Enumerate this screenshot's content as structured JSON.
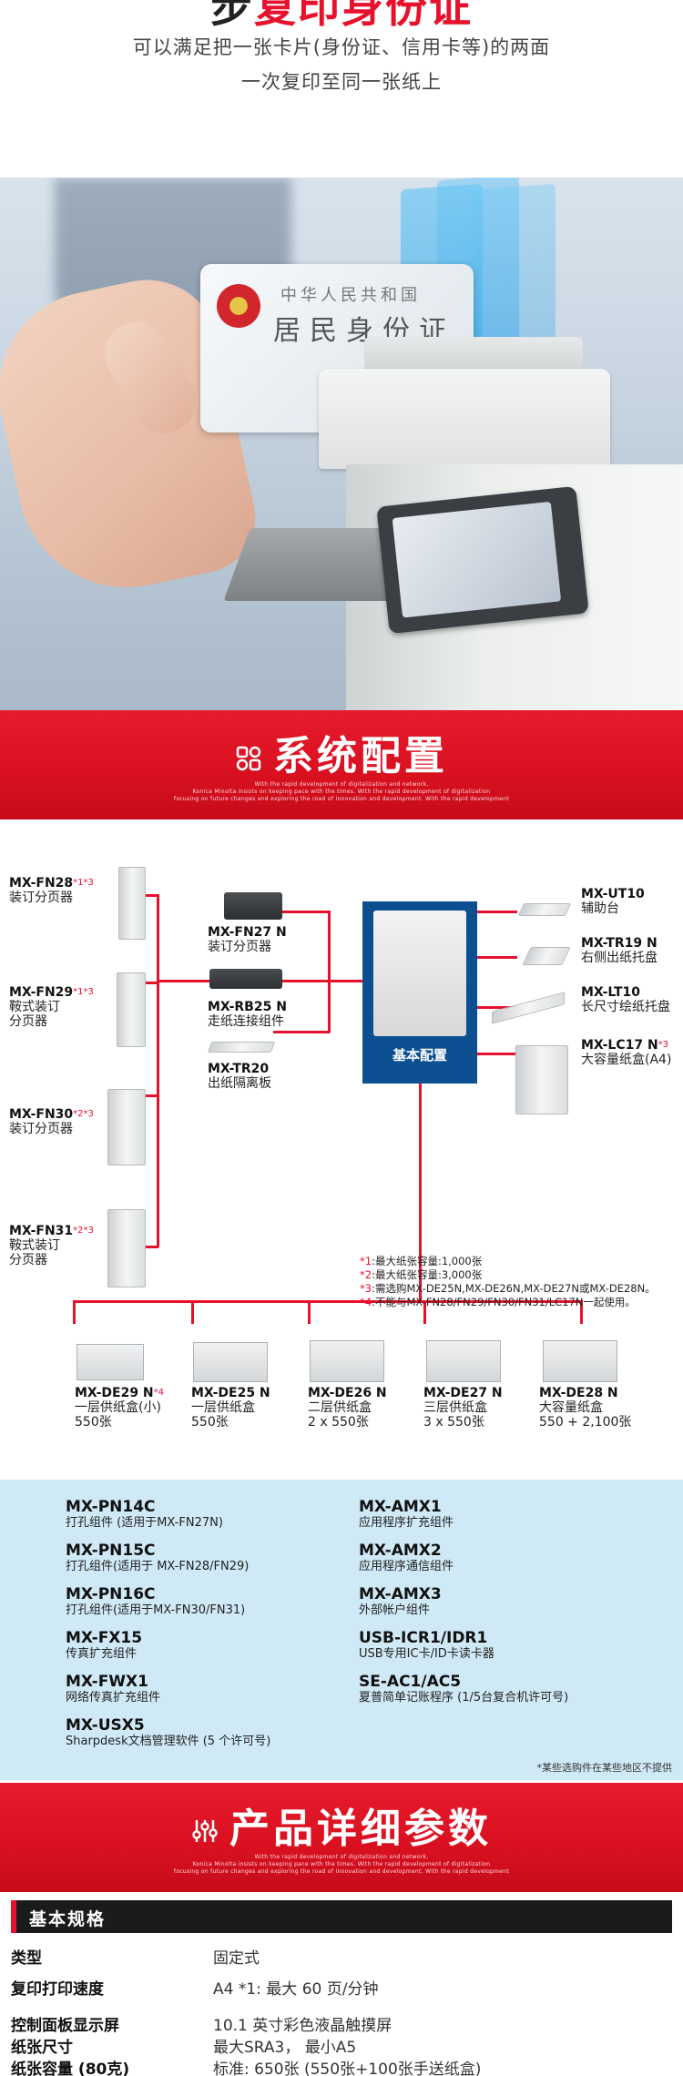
{
  "hero": {
    "title_dark": "步",
    "title_red": "复印身份证",
    "subtitle_line1": "可以满足把一张卡片(身份证、信用卡等)的两面",
    "subtitle_line2": "一次复印至同一张纸上",
    "card_line1": "中华人民共和国",
    "card_line2": "居民身份证"
  },
  "system_band": {
    "title": "系统配置",
    "sub1": "With the rapid development of digitalization and network,",
    "sub2": "Konica Minolta insists on keeping pace with the times. With the rapid development of digitalization",
    "sub3": "focusing on future changes and exploring the road of innovation and development. With the rapid development"
  },
  "config": {
    "left": [
      {
        "code": "MX-FN28",
        "mark": "*1*3",
        "desc": [
          "装订分页器"
        ]
      },
      {
        "code": "MX-FN29",
        "mark": "*1*3",
        "desc": [
          "鞍式装订",
          "分页器"
        ]
      },
      {
        "code": "MX-FN30",
        "mark": "*2*3",
        "desc": [
          "装订分页器"
        ]
      },
      {
        "code": "MX-FN31",
        "mark": "*2*3",
        "desc": [
          "鞍式装订",
          "分页器"
        ]
      }
    ],
    "middle": [
      {
        "code": "MX-FN27 N",
        "desc": "装订分页器"
      },
      {
        "code": "MX-RB25 N",
        "desc": "走纸连接组件"
      },
      {
        "code": "MX-TR20",
        "desc": "出纸隔离板"
      }
    ],
    "base_label": "基本配置",
    "right": [
      {
        "code": "MX-UT10",
        "mark": "",
        "desc": "辅助台"
      },
      {
        "code": "MX-TR19 N",
        "mark": "",
        "desc": "右侧出纸托盘"
      },
      {
        "code": "MX-LT10",
        "mark": "",
        "desc": "长尺寸绘纸托盘"
      },
      {
        "code": "MX-LC17 N",
        "mark": "*3",
        "desc": "大容量纸盒(A4)"
      }
    ],
    "notes": [
      {
        "mark": "*1",
        "text": ":最大纸张容量:1,000张"
      },
      {
        "mark": "*2",
        "text": ":最大纸张容量:3,000张"
      },
      {
        "mark": "*3",
        "text": ":需选购MX-DE25N,MX-DE26N,MX-DE27N或MX-DE28N。"
      },
      {
        "mark": "*4",
        "text": ":不能与MX-FN28/FN29/FN30/FN31/LC17N一起使用。"
      }
    ],
    "bottom": [
      {
        "code": "MX-DE29 N",
        "mark": "*4",
        "desc1": "一层供纸盒(小)",
        "desc2": "550张"
      },
      {
        "code": "MX-DE25 N",
        "mark": "",
        "desc1": "一层供纸盒",
        "desc2": "550张"
      },
      {
        "code": "MX-DE26 N",
        "mark": "",
        "desc1": "二层供纸盒",
        "desc2": "2 x 550张"
      },
      {
        "code": "MX-DE27 N",
        "mark": "",
        "desc1": "三层供纸盒",
        "desc2": "3 x 550张"
      },
      {
        "code": "MX-DE28 N",
        "mark": "",
        "desc1": "大容量纸盒",
        "desc2": "550 + 2,100张"
      }
    ]
  },
  "options": {
    "left": [
      {
        "code": "MX-PN14C",
        "desc": "打孔组件 (适用于MX-FN27N)"
      },
      {
        "code": "MX-PN15C",
        "desc": "打孔组件(适用于 MX-FN28/FN29)"
      },
      {
        "code": "MX-PN16C",
        "desc": "打孔组件(适用于MX-FN30/FN31)"
      },
      {
        "code": "MX-FX15",
        "desc": "传真扩充组件"
      },
      {
        "code": "MX-FWX1",
        "desc": "网络传真扩充组件"
      },
      {
        "code": "MX-USX5",
        "desc": "Sharpdesk文档管理软件 (5 个许可号)"
      }
    ],
    "right": [
      {
        "code": "MX-AMX1",
        "desc": "应用程序扩充组件"
      },
      {
        "code": "MX-AMX2",
        "desc": "应用程序通信组件"
      },
      {
        "code": "MX-AMX3",
        "desc": "外部帐户组件"
      },
      {
        "code": "USB-ICR1/IDR1",
        "desc": "USB专用IC卡/ID卡读卡器"
      },
      {
        "code": "SE-AC1/AC5",
        "desc": "夏普简单记账程序 (1/5台复合机许可号)"
      }
    ],
    "note": "*某些选购件在某些地区不提供"
  },
  "params_band": {
    "title": "产品详细参数",
    "sub1": "With the rapid development of digitalization and network,",
    "sub2": "Konica Minolta insists on keeping pace with the times. With the rapid development of digitalization",
    "sub3": "focusing on future changes and exploring the road of innovation and development. With the rapid development"
  },
  "specs": {
    "section_title": "基本规格",
    "rows": [
      {
        "key": "类型",
        "val": "固定式"
      },
      {
        "key": "复印打印速度",
        "val": "A4 *1: 最大 60 页/分钟"
      },
      {
        "key": "控制面板显示屏",
        "val": "10.1 英寸彩色液晶触摸屏"
      },
      {
        "key": "纸张尺寸",
        "val": "最大SRA3， 最小A5"
      },
      {
        "key": "纸张容量 (80克)",
        "val": "标准: 650张 (550张+100张手送纸盒)"
      }
    ]
  },
  "colors": {
    "accent_red": "#e8112d",
    "navy": "#0b4f91",
    "light_blue": "#cfe9f6"
  }
}
